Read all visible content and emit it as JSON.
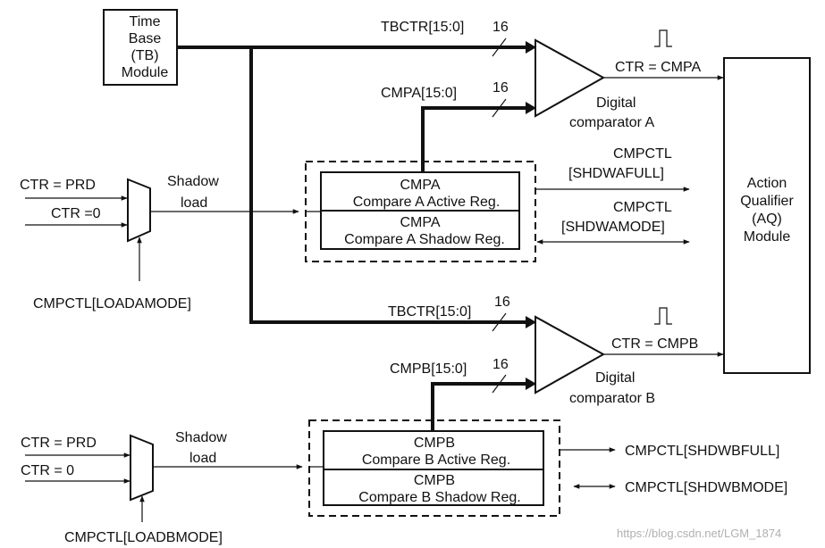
{
  "tb_module": {
    "lines": [
      "Time",
      "Base",
      "(TB)",
      "Module"
    ]
  },
  "aq_module": {
    "lines": [
      "Action",
      "Qualifier",
      "(AQ)",
      "Module"
    ]
  },
  "a": {
    "tbctr_label": "TBCTR[15:0]",
    "tbctr_width": "16",
    "cmp_bus_label": "CMPA[15:0]",
    "cmp_bus_width": "16",
    "event_label": "CTR = CMPA",
    "comparator_lines": [
      "Digital",
      "comparator A"
    ],
    "active_reg": {
      "name": "CMPA",
      "desc": "Compare A Active Reg."
    },
    "shadow_reg": {
      "name": "CMPA",
      "desc": "Compare A Shadow Reg."
    },
    "full_flag_lines": [
      "CMPCTL",
      "[SHDWAFULL]"
    ],
    "mode_flag_lines": [
      "CMPCTL",
      "[SHDWAMODE]"
    ],
    "mux_in1": "CTR = PRD",
    "mux_in2": "CTR =0",
    "shadow_load_lines": [
      "Shadow",
      "load"
    ],
    "load_mode": "CMPCTL[LOADAMODE]"
  },
  "b": {
    "tbctr_label": "TBCTR[15:0]",
    "tbctr_width": "16",
    "cmp_bus_label": "CMPB[15:0]",
    "cmp_bus_width": "16",
    "event_label": "CTR = CMPB",
    "comparator_lines": [
      "Digital",
      "comparator B"
    ],
    "active_reg": {
      "name": "CMPB",
      "desc": "Compare B Active Reg."
    },
    "shadow_reg": {
      "name": "CMPB",
      "desc": "Compare B Shadow Reg."
    },
    "full_flag": "CMPCTL[SHDWBFULL]",
    "mode_flag": "CMPCTL[SHDWBMODE]",
    "mux_in1": "CTR = PRD",
    "mux_in2": "CTR = 0",
    "shadow_load_lines": [
      "Shadow",
      "load"
    ],
    "load_mode": "CMPCTL[LOADBMODE]"
  },
  "watermark": "https://blog.csdn.net/LGM_1874"
}
